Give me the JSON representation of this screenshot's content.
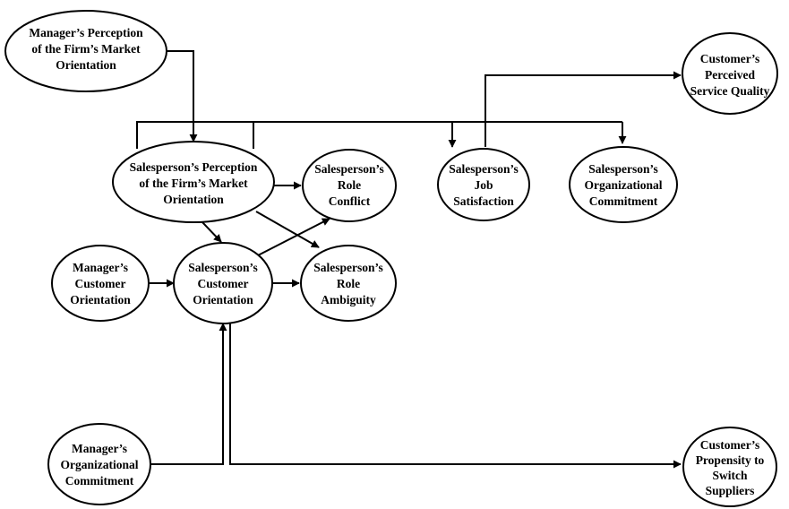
{
  "nodes": {
    "mgr_market": {
      "lines": [
        "Manager’s Perception",
        "of the Firm’s Market",
        "Orientation"
      ]
    },
    "sp_market": {
      "lines": [
        "Salesperson’s Perception",
        "of the Firm’s Market",
        "Orientation"
      ]
    },
    "sp_role_conflict": {
      "lines": [
        "Salesperson’s",
        "Role",
        "Conflict"
      ]
    },
    "sp_job_sat": {
      "lines": [
        "Salesperson’s",
        "Job",
        "Satisfaction"
      ]
    },
    "sp_org_commit": {
      "lines": [
        "Salesperson’s",
        "Organizational",
        "Commitment"
      ]
    },
    "cust_service_quality": {
      "lines": [
        "Customer’s",
        "Perceived",
        "Service Quality"
      ]
    },
    "mgr_cust_orient": {
      "lines": [
        "Manager’s",
        "Customer",
        "Orientation"
      ]
    },
    "sp_cust_orient": {
      "lines": [
        "Salesperson’s",
        "Customer",
        "Orientation"
      ]
    },
    "sp_role_ambiguity": {
      "lines": [
        "Salesperson’s",
        "Role",
        "Ambiguity"
      ]
    },
    "mgr_org_commit": {
      "lines": [
        "Manager’s",
        "Organizational",
        "Commitment"
      ]
    },
    "cust_propensity": {
      "lines": [
        "Customer’s",
        "Propensity to",
        "Switch",
        "Suppliers"
      ]
    }
  }
}
